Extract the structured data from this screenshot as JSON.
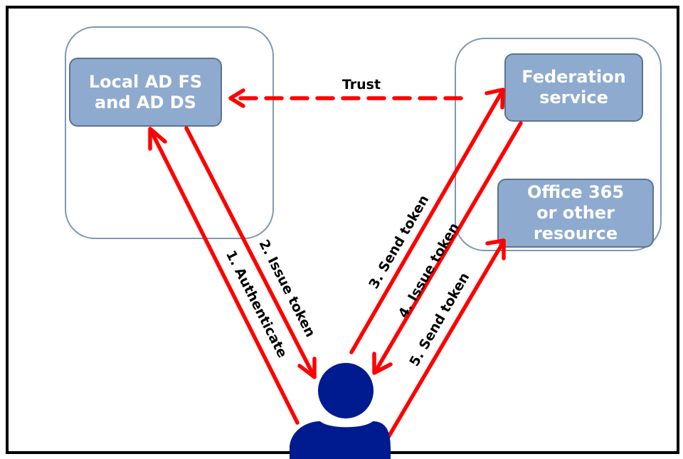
{
  "nodes": {
    "local_ad": "Local AD FS\nand AD DS",
    "federation": "Federation\nservice",
    "resource": "Office 365\nor other\nresource"
  },
  "labels": {
    "trust": "Trust",
    "step1": "1. Authenticate",
    "step2": "2. Issue token",
    "step3": "3. Send token",
    "step4": "4. Issue token",
    "step5": "5. Send token"
  },
  "colors": {
    "arrow": "#ff0000",
    "box_fill": "#8eaacf",
    "user": "#001b8f",
    "group_border": "#7f98b4"
  },
  "icons": {
    "user": "user-icon"
  }
}
